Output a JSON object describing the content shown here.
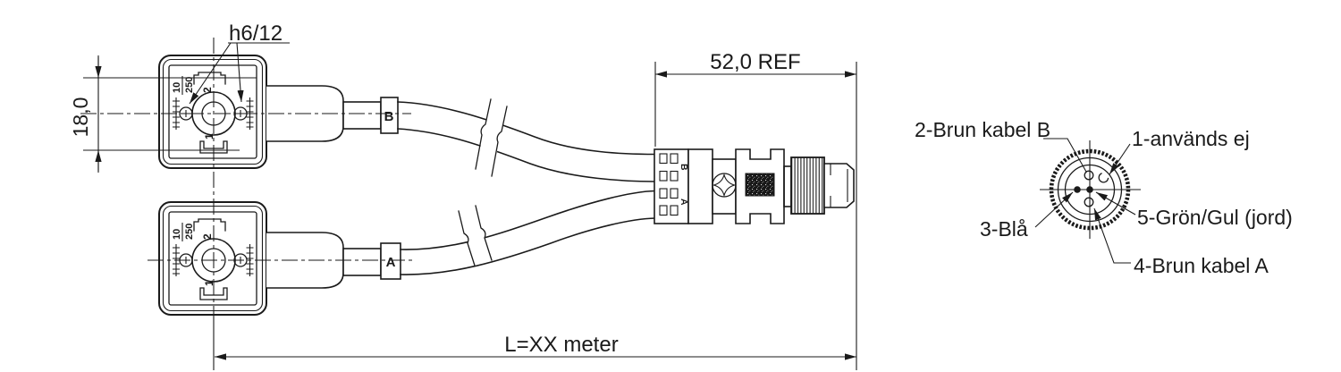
{
  "drawing": {
    "title_hint": "Y-cable assembly, 2x DIN valve connector to M12 male, pinout diagram",
    "colors": {
      "line": "#1a1a1a",
      "background": "#ffffff"
    },
    "dimensions": {
      "screw_spec": "h6/12",
      "connector_height": "18,0",
      "m12_length": "52,0 REF",
      "cable_length": "L=XX meter"
    },
    "valve_connector": {
      "rating_top": "10",
      "rating_bottom": "250",
      "pin2_label": "2",
      "pin1_label": "1"
    },
    "cable_markers": {
      "b": "B",
      "a": "A"
    },
    "m12": {
      "port_b": "B",
      "port_a": "A"
    },
    "pinout": {
      "labels": {
        "pin2": "2-Brun kabel B",
        "pin1": "1-används ej",
        "pin3": "3-Blå",
        "pin5": "5-Grön/Gul (jord)",
        "pin4": "4-Brun kabel A"
      }
    }
  }
}
